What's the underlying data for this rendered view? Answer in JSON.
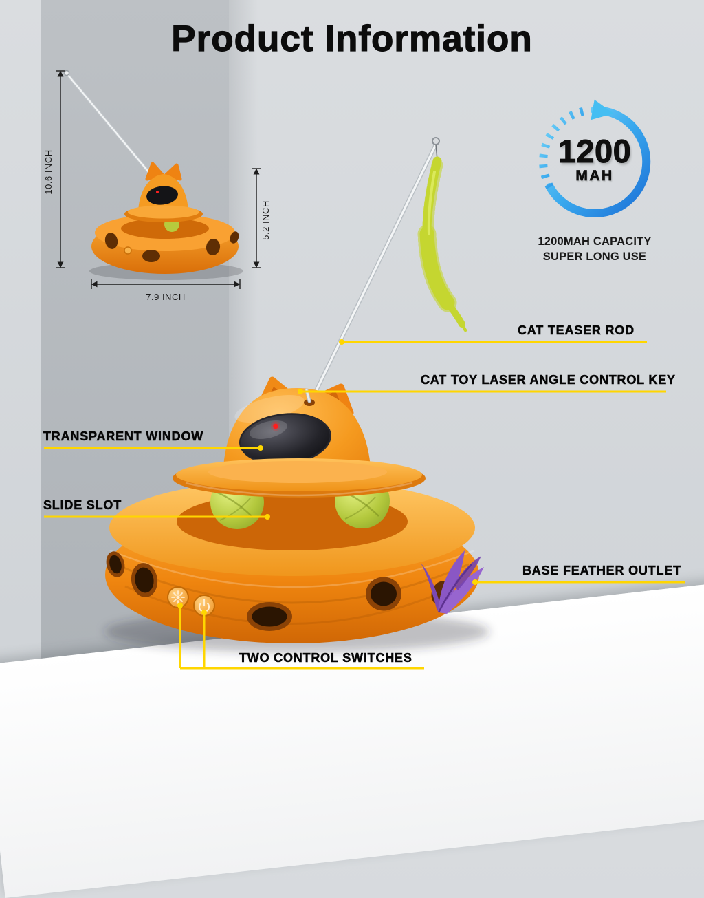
{
  "title": "Product Information",
  "dimensions": {
    "height": "10.6 INCH",
    "dome_height": "5.2 INCH",
    "width": "7.9 INCH"
  },
  "battery": {
    "value": "1200",
    "unit": "MAH",
    "caption_line1": "1200MAH CAPACITY",
    "caption_line2": "SUPER LONG USE"
  },
  "callouts": {
    "teaser_rod": "CAT TEASER ROD",
    "laser_key": "CAT TOY LASER ANGLE CONTROL KEY",
    "transparent_window": "TRANSPARENT WINDOW",
    "slide_slot": "SLIDE SLOT",
    "feather_outlet": "BASE FEATHER OUTLET",
    "control_switches": "TWO CONTROL SWITCHES"
  },
  "icons": {
    "laser_switch": "laser-icon",
    "power_switch": "power-icon"
  },
  "colors": {
    "accent_yellow": "#ffd600",
    "product_orange": "#f7941e",
    "battery_blue_light": "#7fdefb",
    "battery_blue_dark": "#1b6fd6",
    "ball_green": "#b3c83d",
    "feather_purple": "#8a57c4"
  }
}
